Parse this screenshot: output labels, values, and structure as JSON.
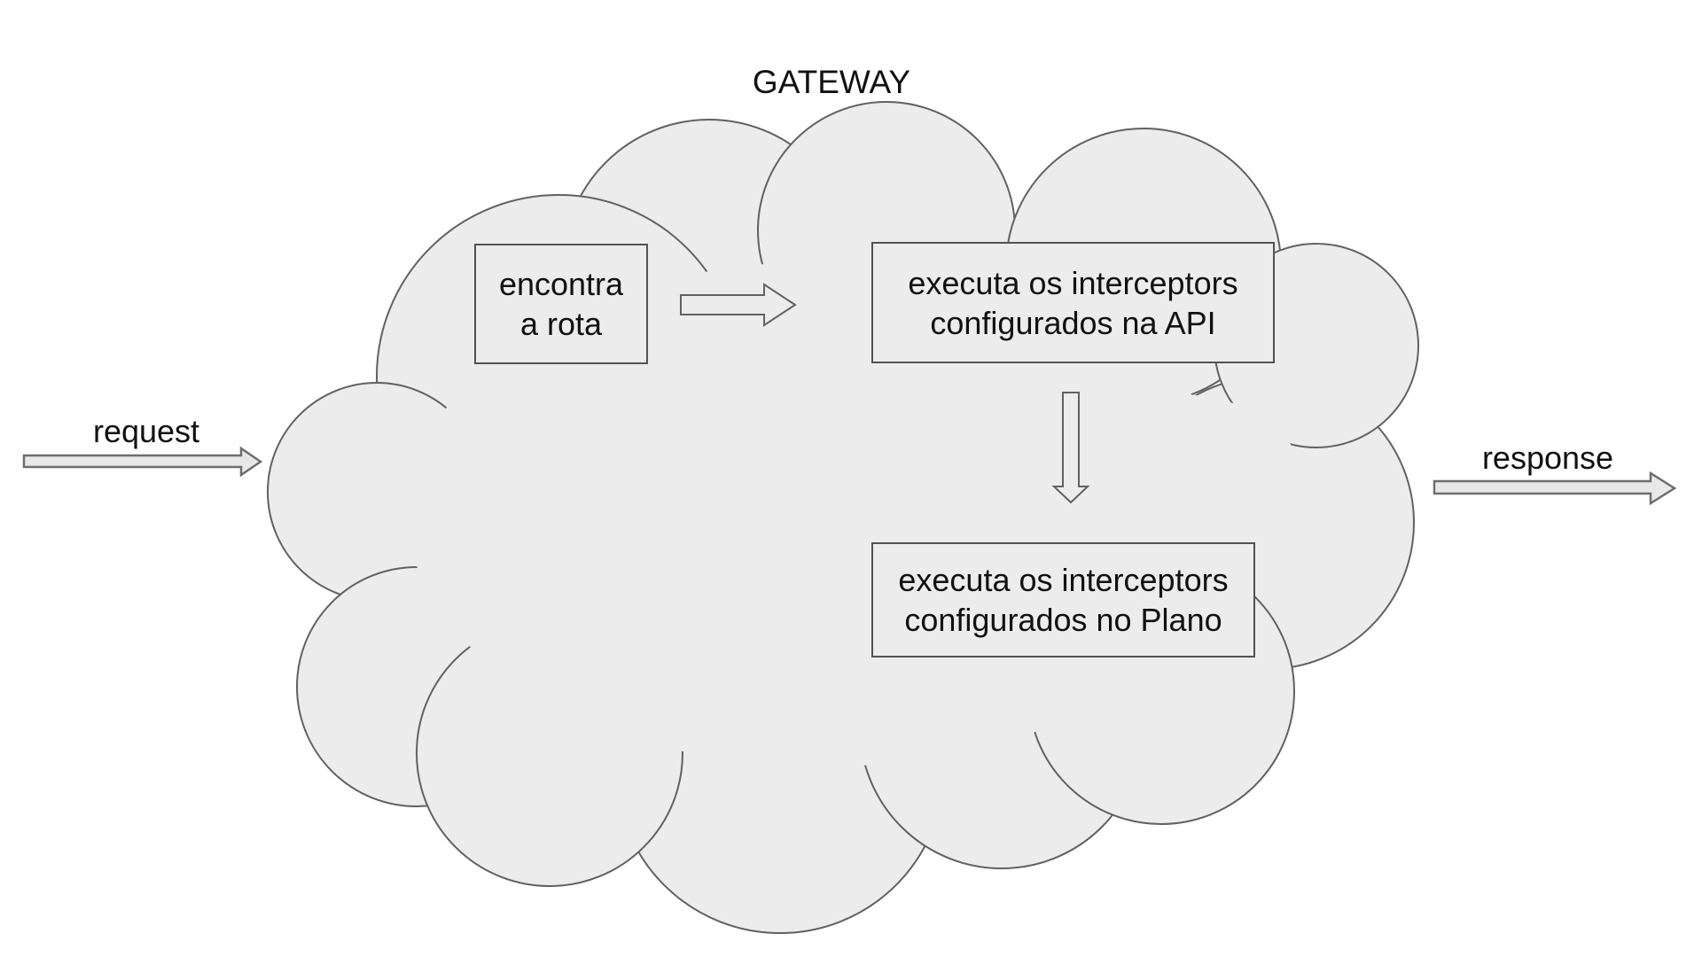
{
  "diagram": {
    "title": "GATEWAY",
    "background_color": "#ffffff",
    "text_color": "#111111",
    "cloud": {
      "name": "gateway-cloud",
      "fill": "#ececec",
      "stroke": "#616161"
    },
    "io": {
      "request_label": "request",
      "response_label": "response"
    },
    "nodes": [
      {
        "id": "find-route",
        "label": "encontra a rota"
      },
      {
        "id": "api-interceptors",
        "label": "executa os interceptors configurados na API"
      },
      {
        "id": "plan-interceptors",
        "label": "executa os interceptors configurados no Plano"
      }
    ]
  }
}
